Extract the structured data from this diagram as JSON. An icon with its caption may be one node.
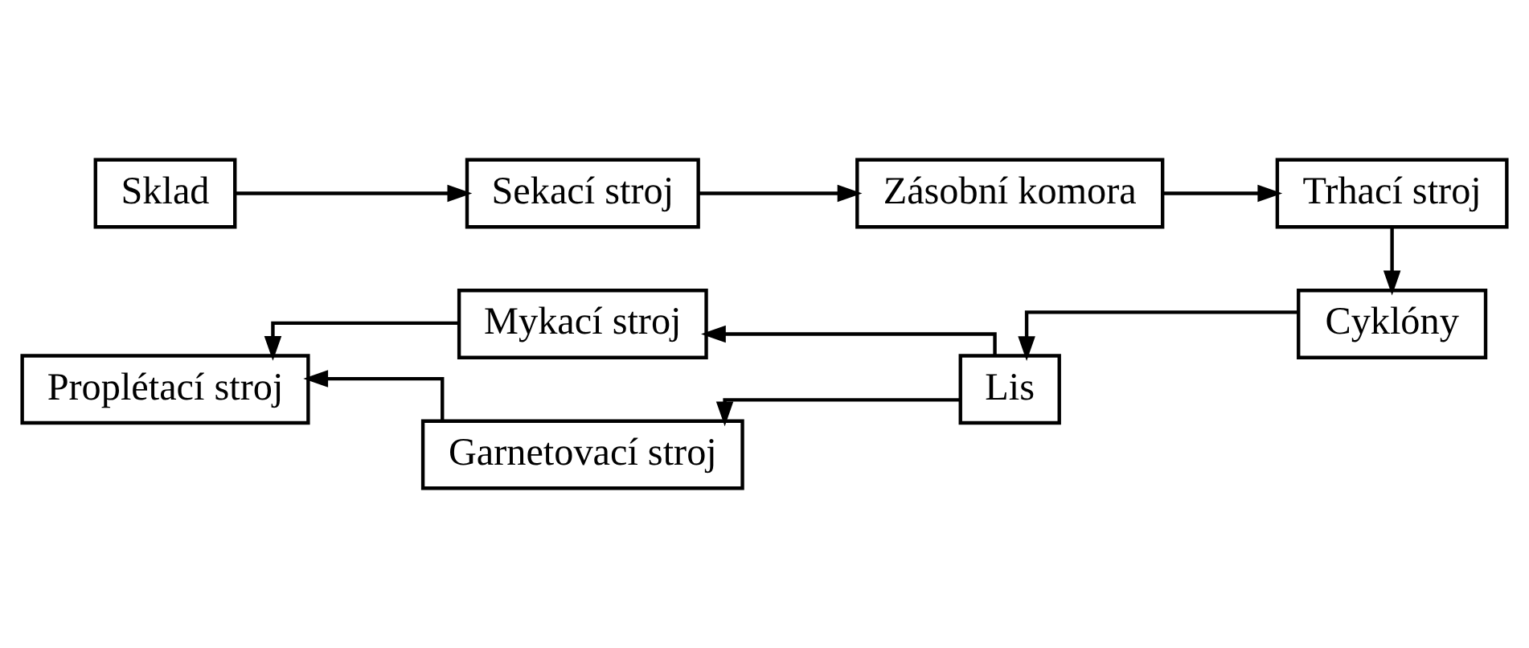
{
  "diagram": {
    "nodes": [
      {
        "text": [
          "Sklad"
        ]
      },
      {
        "text": [
          "Sekací stroj"
        ]
      },
      {
        "text": [
          "Zásobní komora"
        ]
      },
      {
        "text": [
          "Trhací stroj"
        ]
      },
      {
        "text": [
          "Cyklóny"
        ]
      },
      {
        "text": [
          "Lis"
        ]
      },
      {
        "text": [
          "Mykací stroj"
        ]
      },
      {
        "text": [
          "Garnetovací stroj"
        ]
      },
      {
        "text": [
          "Proplétací stroj"
        ]
      }
    ],
    "edges": [
      {
        "from": 0,
        "to": 1,
        "arrow": "to"
      },
      {
        "from": 1,
        "to": 2,
        "arrow": "to"
      },
      {
        "from": 2,
        "to": 3,
        "arrow": "to"
      },
      {
        "from": 3,
        "to": 4,
        "arrow": "to"
      },
      {
        "from": 4,
        "to": 5,
        "arrow": "to"
      },
      {
        "from": 5,
        "to": 6,
        "arrow": "to"
      },
      {
        "from": 5,
        "to": 7,
        "arrow": "to"
      },
      {
        "from": 6,
        "to": 8,
        "arrow": "to"
      },
      {
        "from": 7,
        "to": 8,
        "arrow": "to"
      }
    ]
  }
}
